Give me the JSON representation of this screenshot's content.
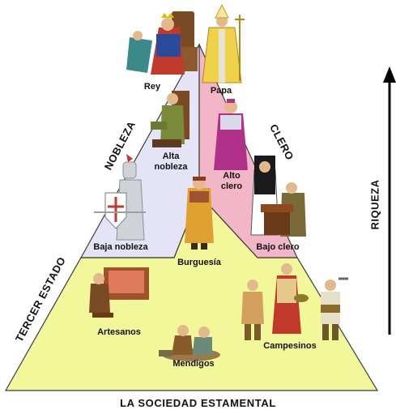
{
  "title": "LA SOCIEDAD ESTAMENTAL",
  "estates": {
    "nobleza": "NOBLEZA",
    "clero": "CLERO",
    "tercer_estado": "TERCER ESTADO"
  },
  "riqueza": "RIQUEZA",
  "groups": {
    "rey": "Rey",
    "papa": "Papa",
    "alta_nobleza_1": "Alta",
    "alta_nobleza_2": "nobleza",
    "alto_clero_1": "Alto",
    "alto_clero_2": "clero",
    "baja_nobleza": "Baja nobleza",
    "bajo_clero": "Bajo clero",
    "burguesia": "Burguesía",
    "artesanos": "Artesanos",
    "campesinos": "Campesinos",
    "mendigos": "Mendigos"
  },
  "colors": {
    "nobleza": "#e4e4f6",
    "clero": "#f3b6c8",
    "tercer_estado": "#f2f79a",
    "outline": "#3a3a3a"
  },
  "figures": [
    "king-figure",
    "pope-figure",
    "high-noble-figure",
    "high-clergy-figure",
    "knight-figure",
    "nun-figure",
    "monk-figure",
    "bourgeois-figure",
    "artisan-figure",
    "peasant-figures",
    "beggar-figures"
  ]
}
